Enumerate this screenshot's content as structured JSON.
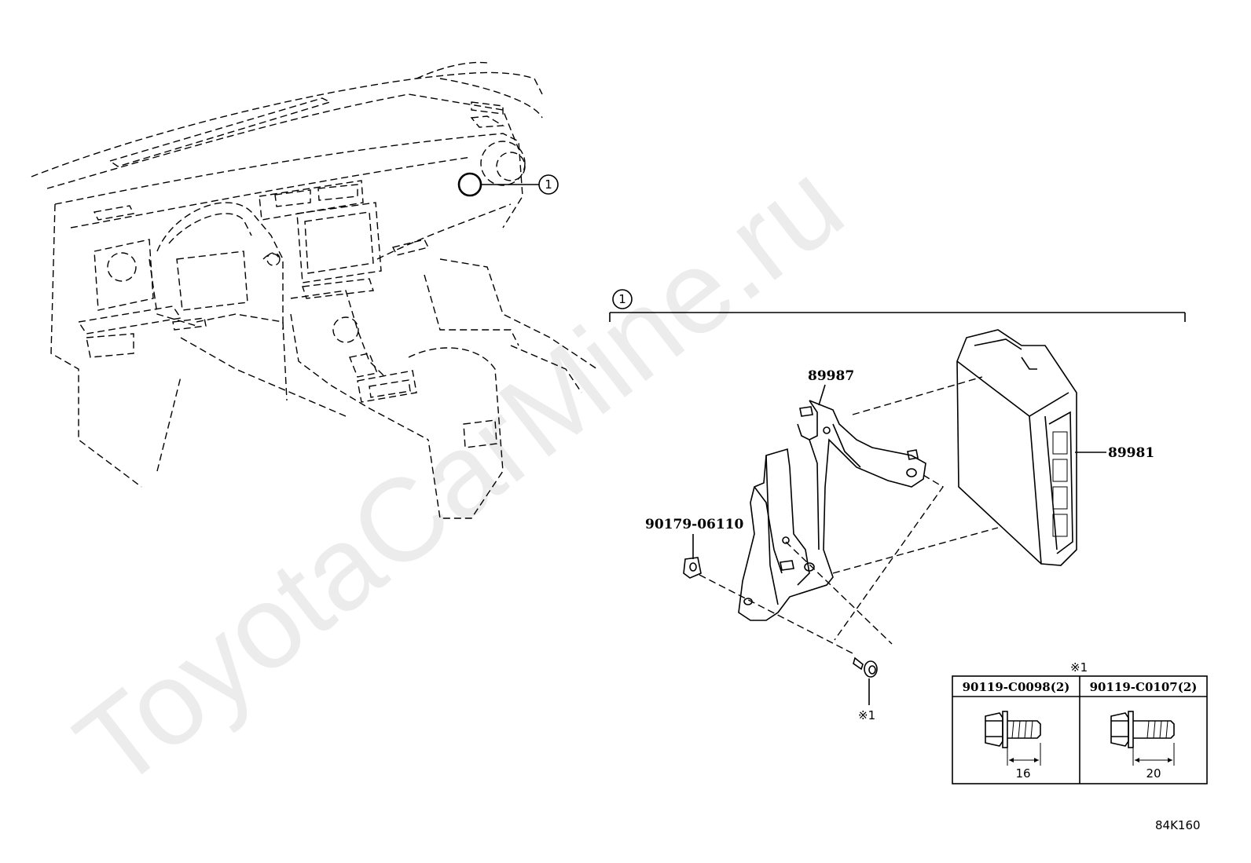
{
  "watermark": "ToyotaCarMine.ru",
  "callout": {
    "ref": "1"
  },
  "group": {
    "ref": "1"
  },
  "parts": {
    "bracket": "89987",
    "ecu": "89981",
    "nut": "90179-06110",
    "bolt_ref": "※1"
  },
  "table": {
    "header_note": "※1",
    "col1_title": "90119-C0098(2)",
    "col2_title": "90119-C0107(2)",
    "col1_length": "16",
    "col2_length": "20"
  },
  "diagram_code": "84K160"
}
